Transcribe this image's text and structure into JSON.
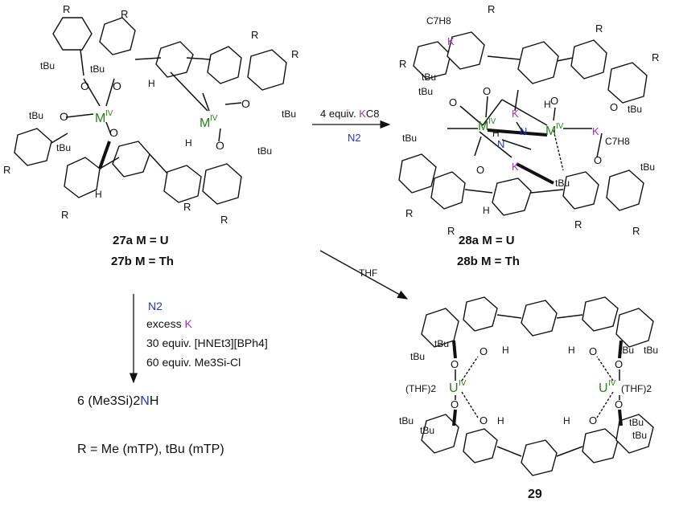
{
  "compound_27": {
    "label_a": "27a M = U",
    "label_b": "27b M = Th",
    "metal_symbol": "M",
    "oxidation": "IV",
    "substituent_R": "R",
    "tBu": "tBu",
    "H": "H",
    "O": "O"
  },
  "compound_28": {
    "label_a": "28a M = U",
    "label_b": "28b M = Th",
    "metal_symbol": "M",
    "oxidation": "IV",
    "K": "K",
    "N": "N",
    "C7H8": "C7H8",
    "H": "H",
    "O": "O",
    "R": "R",
    "tBu": "tBu"
  },
  "compound_29": {
    "label": "29",
    "metal_symbol": "U",
    "oxidation": "IV",
    "THF2": "(THF)2",
    "tBu": "tBu",
    "H": "H",
    "O": "O"
  },
  "arrow_right": {
    "reagent_prefix": "4 equiv. ",
    "reagent_K": "K",
    "reagent_suffix": "C8",
    "gas": "N2"
  },
  "arrow_diagonal": {
    "solvent": "THF"
  },
  "arrow_down": {
    "line1_gas": "N2",
    "line2_prefix": "excess ",
    "line2_K": "K",
    "line3": "30 equiv. [HNEt3][BPh4]",
    "line4": "60 equiv. Me3Si-Cl",
    "product_prefix": "6 (Me3Si)2",
    "product_N": "N",
    "product_suffix": "H"
  },
  "legend": {
    "text": "R = Me (mTP), tBu (mTP)"
  },
  "colors": {
    "metal": "#2b7d1c",
    "nitrogen": "#2233cc",
    "potassium": "#9b30c8"
  }
}
